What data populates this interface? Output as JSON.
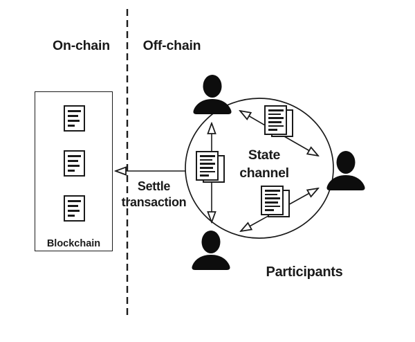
{
  "diagram": {
    "left_region_label": "On-chain",
    "right_region_label": "Off-chain",
    "blockchain_label": "Blockchain",
    "settle_label_line1": "Settle",
    "settle_label_line2": "transaction",
    "state_channel_line1": "State",
    "state_channel_line2": "channel",
    "participants_label": "Participants",
    "colors": {
      "ink": "#1a1a1a",
      "paper": "#ffffff"
    },
    "icons": {
      "divider": "dashed-divider-line",
      "channel_shape": "state-channel-circle",
      "blockchain_docs": "block-document-icon",
      "channel_docs": "state-copy-document-icon",
      "people": "participant-silhouette-icon",
      "arrows": "open-arrowhead-double-arrow"
    }
  }
}
